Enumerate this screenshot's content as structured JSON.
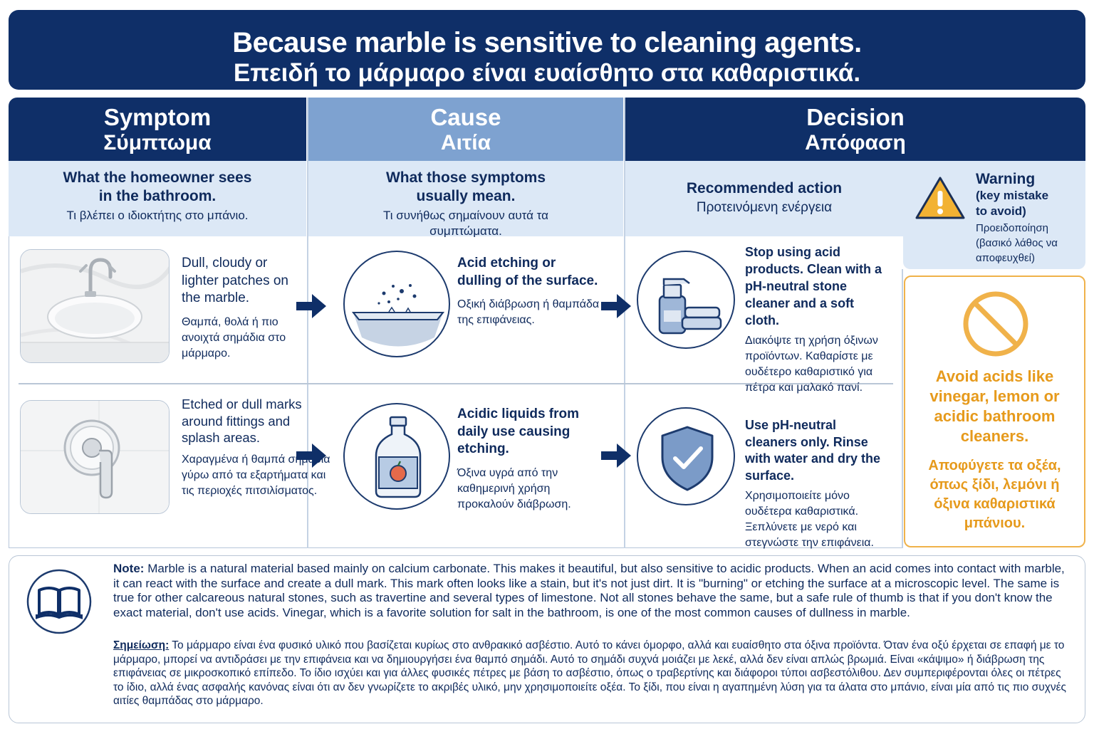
{
  "banner": {
    "title_en": "Because marble is sensitive to cleaning agents.",
    "title_gr": "Επειδή το μάρμαρο είναι ευαίσθητο στα καθαριστικά."
  },
  "columns": {
    "symptom": {
      "title_en": "Symptom",
      "title_gr": "Σύμπτωμα",
      "sub_en": "What the homeowner sees in the bathroom.",
      "sub_gr": "Τι βλέπει ο ιδιοκτήτης στο μπάνιο."
    },
    "cause": {
      "title_en": "Cause",
      "title_gr": "Αιτία",
      "sub_en": "What those symptoms usually mean.",
      "sub_gr": "Τι συνήθως σημαίνουν αυτά τα συμπτώματα."
    },
    "decision": {
      "title_en": "Decision",
      "title_gr": "Απόφαση",
      "sub_en": "Recommended action",
      "sub_gr": "Προτεινόμενη ενέργεια"
    }
  },
  "warning": {
    "title": "Warning",
    "subtitle": "(key mistake to avoid)",
    "greek": "Προειδοποίηση (βασικό λάθος να αποφευχθεί)",
    "icon": "warning-triangle-icon",
    "avoid_en": "Avoid acids like vinegar, lemon or acidic bathroom cleaners.",
    "avoid_gr": "Αποφύγετε τα οξέα, όπως ξίδι, λεμόνι ή όξινα καθαριστικά μπάνιου.",
    "avoid_icon": "prohibited-icon"
  },
  "rows": [
    {
      "symptom_en": "Dull, cloudy or lighter patches on the marble.",
      "symptom_gr": "Θαμπά, θολά ή πιο ανοιχτά σημάδια στο μάρμαρο.",
      "cause_en": "Acid etching or dulling of the surface.",
      "cause_gr": "Οξική διάβρωση ή θαμπάδα της επιφάνειας.",
      "decision_en": "Stop using acid products. Clean with a pH-neutral stone cleaner and a soft cloth.",
      "decision_gr": "Διακόψτε τη χρήση όξινων προϊόντων. Καθαρίστε με ουδέτερο καθαριστικό για πέτρα και μαλακό πανί.",
      "icons": [
        "sink-photo",
        "etched-surface-icon",
        "spray-bottle-and-cloth-icon"
      ]
    },
    {
      "symptom_en": "Etched or dull marks around fittings and splash areas.",
      "symptom_gr": "Χαραγμένα ή θαμπά σημάδια γύρω από τα εξαρτήματα και τις περιοχές πιτσιλίσματος.",
      "cause_en": "Acidic liquids from daily use causing etching.",
      "cause_gr": "Όξινα υγρά από την καθημερινή χρήση προκαλούν διάβρωση.",
      "decision_en": "Use pH-neutral cleaners only. Rinse with water and dry the surface.",
      "decision_gr": "Χρησιμοποιείτε μόνο ουδέτερα καθαριστικά. Ξεπλύνετε με νερό και στεγνώστε την επιφάνεια.",
      "icons": [
        "shower-mixer-photo",
        "acidic-bottle-icon",
        "shield-check-icon"
      ]
    }
  ],
  "note": {
    "label_en": "Note:",
    "text_en": "Marble is a natural material based mainly on calcium carbonate. This makes it beautiful, but also sensitive to acidic products. When an acid comes into contact with marble, it can react with the surface and create a dull mark. This mark often looks like a stain, but it's not just dirt. It is \"burning\" or etching the surface at a microscopic level. The same is true for other calcareous natural stones, such as travertine and several types of limestone. Not all stones behave the same, but a safe rule of thumb is that if you don't know the exact material, don't use acids. Vinegar, which is a favorite solution for salt in the bathroom, is one of the most common causes of dullness in marble.",
    "label_gr": "Σημείωση:",
    "text_gr": "Το μάρμαρο είναι ένα φυσικό υλικό που βασίζεται κυρίως στο ανθρακικό ασβέστιο. Αυτό το κάνει όμορφο, αλλά και ευαίσθητο στα όξινα προϊόντα. Όταν ένα οξύ έρχεται σε επαφή με το μάρμαρο, μπορεί να αντιδράσει με την επιφάνεια και να δημιουργήσει ένα θαμπό σημάδι. Αυτό το σημάδι συχνά μοιάζει με λεκέ, αλλά δεν είναι απλώς βρωμιά. Είναι «κάψιμο» ή διάβρωση της επιφάνειας σε μικροσκοπικό επίπεδο. Το ίδιο ισχύει και για άλλες φυσικές πέτρες με βάση το ασβέστιο, όπως ο τραβερτίνης και διάφοροι τύποι ασβεστόλιθου. Δεν συμπεριφέρονται όλες οι πέτρες το ίδιο, αλλά ένας ασφαλής κανόνας είναι ότι αν δεν γνωρίζετε το ακριβές υλικό, μην χρησιμοποιείτε οξέα. Το ξίδι, που είναι η αγαπημένη λύση για τα άλατα στο μπάνιο, είναι μία από τις πιο συχνές αιτίες θαμπάδας στο μάρμαρο.",
    "icon": "open-book-icon"
  }
}
